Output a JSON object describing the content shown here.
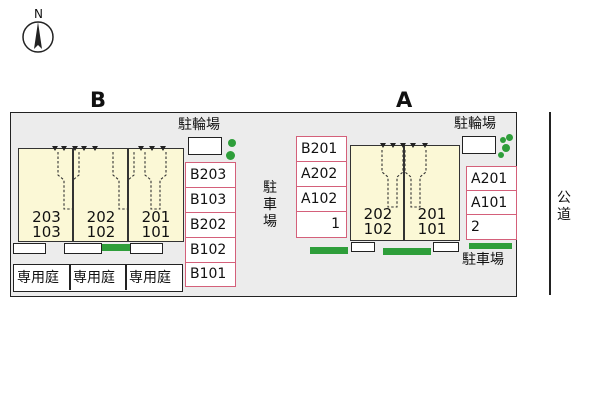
{
  "compass": {
    "letter": "N",
    "icon": "north-arrow-icon"
  },
  "buildings": {
    "b": {
      "letter": "B",
      "units": [
        {
          "top": "203",
          "bottom": "103"
        },
        {
          "top": "202",
          "bottom": "102"
        },
        {
          "top": "201",
          "bottom": "101"
        }
      ],
      "garden_label": "専用庭",
      "bicycle_parking_label": "駐輪場",
      "parking": [
        "B203",
        "B103",
        "B202",
        "B102",
        "B101"
      ]
    },
    "a": {
      "letter": "A",
      "units": [
        {
          "top": "202",
          "bottom": "102"
        },
        {
          "top": "201",
          "bottom": "101"
        }
      ],
      "bicycle_parking_label": "駐輪場",
      "parking_label": "駐車場",
      "parking": [
        "A201",
        "A101",
        "2"
      ]
    }
  },
  "center_parking": {
    "label_chars": [
      "駐",
      "車",
      "場"
    ],
    "slots": [
      "B201",
      "A202",
      "A102",
      "1"
    ]
  },
  "road_label_chars": [
    "公",
    "道"
  ],
  "colors": {
    "building": "#fbf8d6",
    "parking_border": "#d4607a",
    "hedge": "#2e9e3a",
    "lot": "#ececec"
  }
}
